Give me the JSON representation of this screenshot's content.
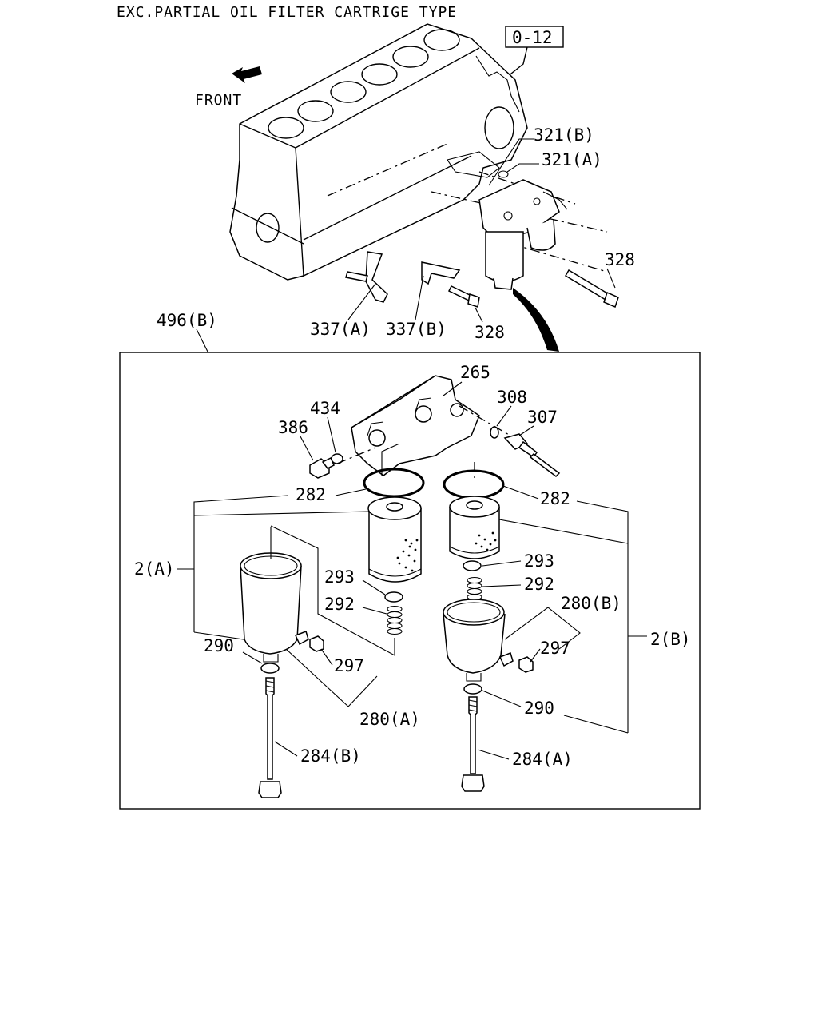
{
  "header": {
    "title": "EXC.PARTIAL OIL FILTER CARTRIGE TYPE",
    "ref_box": "0-12",
    "front_label": "FRONT"
  },
  "callouts": {
    "p321b": "321(B)",
    "p321a": "321(A)",
    "p328_top": "328",
    "p328_bottom": "328",
    "p337a": "337(A)",
    "p337b": "337(B)",
    "p496b": "496(B)",
    "p265": "265",
    "p308": "308",
    "p307": "307",
    "p434": "434",
    "p386": "386",
    "p282_left": "282",
    "p282_right": "282",
    "p2a": "2(A)",
    "p2b": "2(B)",
    "p293_left": "293",
    "p293_right": "293",
    "p292_left": "292",
    "p292_right": "292",
    "p280b": "280(B)",
    "p297_left": "297",
    "p297_right": "297",
    "p290_left": "290",
    "p290_right": "290",
    "p280a": "280(A)",
    "p284b": "284(B)",
    "p284a": "284(A)"
  }
}
